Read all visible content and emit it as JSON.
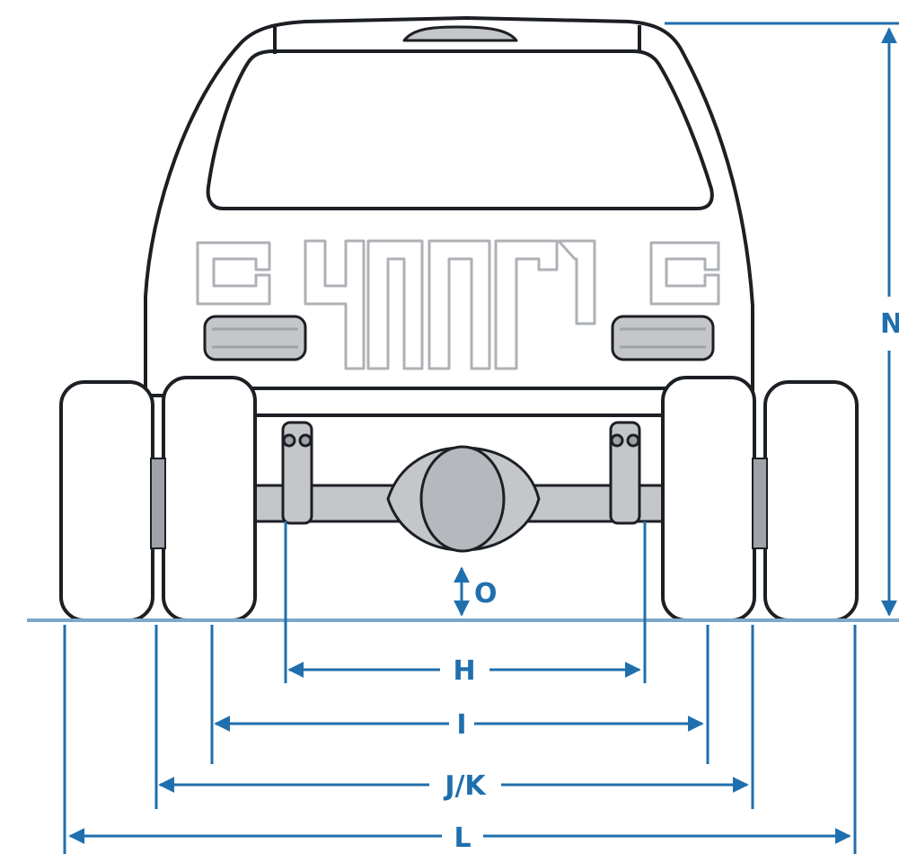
{
  "diagram": {
    "colors": {
      "outline": "#1c1f23",
      "body_fill": "#ffffff",
      "part_fill": "#c4c6c9",
      "part_dark": "#9fa2a6",
      "dimension": "#1f6fae",
      "ground": "#7fa7c9"
    },
    "dimensions": {
      "track_spring": "H",
      "track_inner": "I",
      "track_overall": "J/K",
      "overall_width": "L",
      "overall_height": "N",
      "ground_clearance": "O"
    }
  }
}
